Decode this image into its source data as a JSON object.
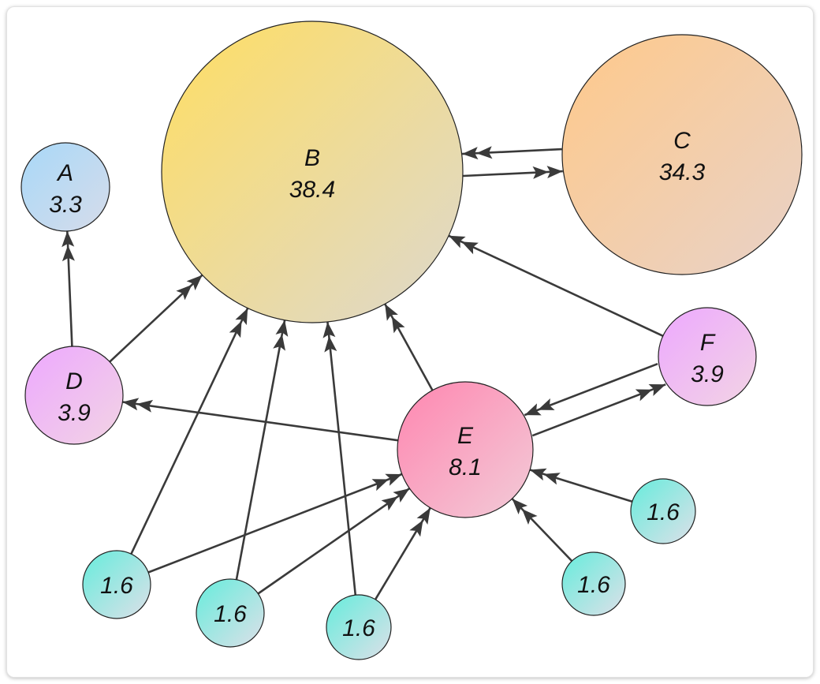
{
  "nodes": [
    {
      "id": "A",
      "name": "A",
      "score": "3.3",
      "colors": [
        "#a8d8f8",
        "#d6dcea"
      ]
    },
    {
      "id": "B",
      "name": "B",
      "score": "38.4",
      "colors": [
        "#ffde62",
        "#ddd8ce"
      ]
    },
    {
      "id": "C",
      "name": "C",
      "score": "34.3",
      "colors": [
        "#ffc98a",
        "#e8d2c8"
      ]
    },
    {
      "id": "D",
      "name": "D",
      "score": "3.9",
      "colors": [
        "#eda8ff",
        "#f2d4e4"
      ]
    },
    {
      "id": "E",
      "name": "E",
      "score": "8.1",
      "colors": [
        "#ff86b0",
        "#f2ccd8"
      ]
    },
    {
      "id": "F",
      "name": "F",
      "score": "3.9",
      "colors": [
        "#eda8ff",
        "#f2d4e4"
      ]
    },
    {
      "id": "L1",
      "name": "",
      "score": "1.6",
      "colors": [
        "#66ecdc",
        "#dde0e8"
      ]
    },
    {
      "id": "L2",
      "name": "",
      "score": "1.6",
      "colors": [
        "#66ecdc",
        "#dde0e8"
      ]
    },
    {
      "id": "L3",
      "name": "",
      "score": "1.6",
      "colors": [
        "#66ecdc",
        "#dde0e8"
      ]
    },
    {
      "id": "L4",
      "name": "",
      "score": "1.6",
      "colors": [
        "#66ecdc",
        "#dde0e8"
      ]
    },
    {
      "id": "L5",
      "name": "",
      "score": "1.6",
      "colors": [
        "#66ecdc",
        "#dde0e8"
      ]
    }
  ],
  "edges": [
    {
      "from": "D",
      "to": "A"
    },
    {
      "from": "D",
      "to": "B"
    },
    {
      "from": "B",
      "to": "C"
    },
    {
      "from": "C",
      "to": "B"
    },
    {
      "from": "E",
      "to": "B"
    },
    {
      "from": "E",
      "to": "D"
    },
    {
      "from": "E",
      "to": "F"
    },
    {
      "from": "F",
      "to": "E"
    },
    {
      "from": "F",
      "to": "B"
    },
    {
      "from": "L1",
      "to": "B"
    },
    {
      "from": "L1",
      "to": "E"
    },
    {
      "from": "L2",
      "to": "B"
    },
    {
      "from": "L2",
      "to": "E"
    },
    {
      "from": "L3",
      "to": "B"
    },
    {
      "from": "L3",
      "to": "E"
    },
    {
      "from": "L4",
      "to": "E"
    },
    {
      "from": "L5",
      "to": "E"
    }
  ],
  "colors": {
    "edge": "#3a3a3a",
    "outline": "#222222",
    "text": "#111111"
  }
}
